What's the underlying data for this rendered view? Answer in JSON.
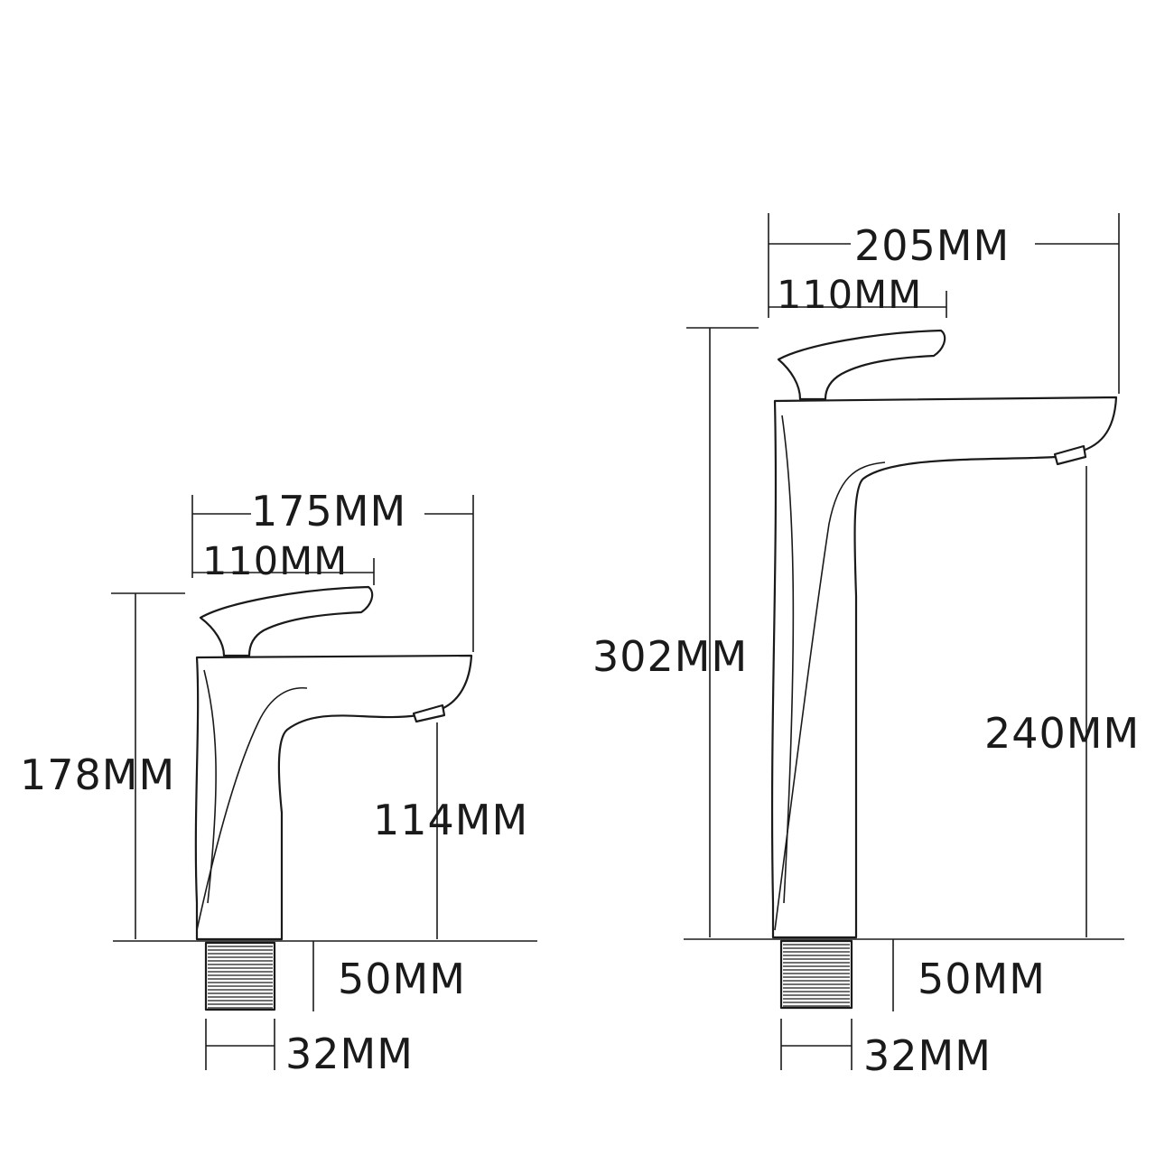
{
  "small_faucet": {
    "overall_width": "175MM",
    "handle_width": "110MM",
    "total_height": "178MM",
    "spout_height": "114MM",
    "thread_length": "50MM",
    "thread_diameter": "32MM"
  },
  "tall_faucet": {
    "overall_width": "205MM",
    "handle_width": "110MM",
    "total_height": "302MM",
    "spout_height": "240MM",
    "thread_length": "50MM",
    "thread_diameter": "32MM"
  },
  "colors": {
    "line": "#1a1a1a",
    "background": "#ffffff"
  }
}
